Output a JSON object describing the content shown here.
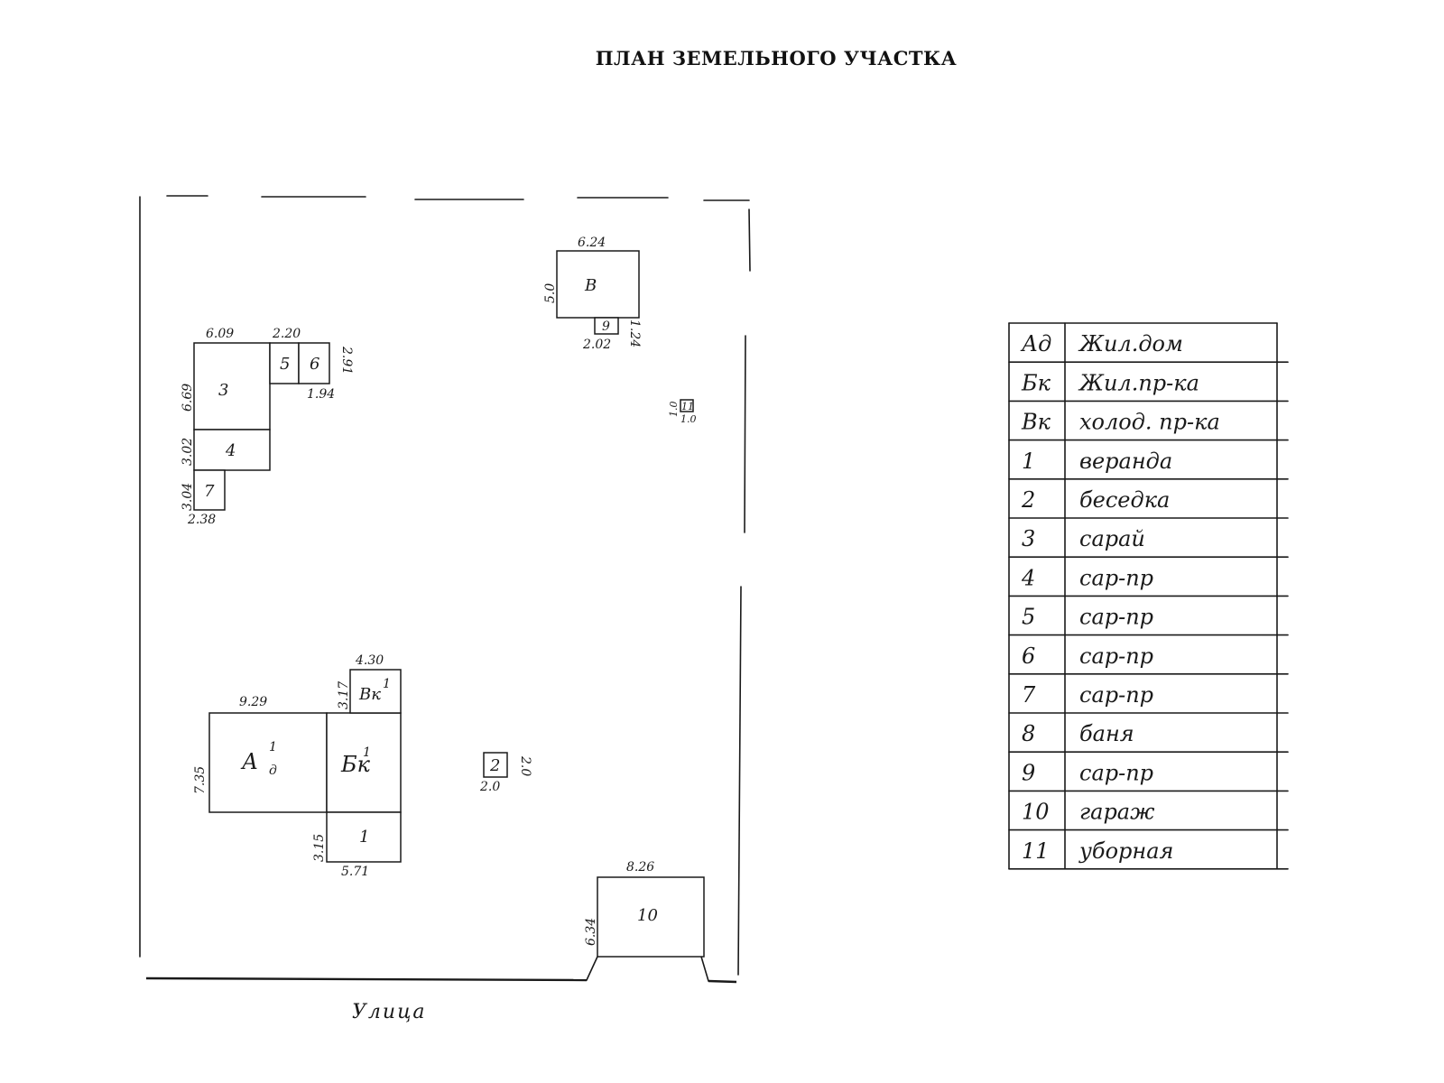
{
  "title": "ПЛАН ЗЕМЕЛЬНОГО УЧАСТКА",
  "street_label": "Улица",
  "buildings": {
    "house": {
      "label": "А",
      "sup": "1",
      "sub": "д",
      "width_dim": "9.29",
      "height_dim": "7.35"
    },
    "extension": {
      "label": "Бк",
      "sup": "1"
    },
    "cold_extension": {
      "label": "Вк",
      "sup": "1",
      "width_dim": "4.30",
      "height_dim": "3.17"
    },
    "veranda": {
      "label": "1",
      "width_dim": "5.71",
      "height_dim": "3.15"
    },
    "gazebo": {
      "label": "2",
      "width_dim": "2.0",
      "height_dim": "2.0"
    },
    "shed3": {
      "label": "3",
      "width_dim": "6.09",
      "height_dim": "6.69"
    },
    "shed4": {
      "label": "4",
      "height_dim": "3.02"
    },
    "shed5": {
      "label": "5",
      "width_dim": "2.20"
    },
    "shed6": {
      "label": "6",
      "width_dim": "1.94",
      "height_dim": "2.91"
    },
    "shed7": {
      "label": "7",
      "width_dim": "2.38",
      "height_dim": "3.04"
    },
    "bath": {
      "label": "В",
      "width_dim": "6.24",
      "height_dim": "5.0"
    },
    "shed9": {
      "label": "9",
      "width_dim": "2.02",
      "height_dim": "1.24"
    },
    "garage": {
      "label": "10",
      "width_dim": "8.26",
      "height_dim": "6.34"
    },
    "toilet": {
      "label": "11",
      "width_dim": "1.0",
      "height_dim": "1.0"
    }
  },
  "legend": [
    {
      "code": "Ад",
      "text": "Жил.дом"
    },
    {
      "code": "Бк",
      "text": "Жил.пр-ка"
    },
    {
      "code": "Вк",
      "text": "холод. пр-ка"
    },
    {
      "code": "1",
      "text": "веранда"
    },
    {
      "code": "2",
      "text": "беседка"
    },
    {
      "code": "3",
      "text": "сарай"
    },
    {
      "code": "4",
      "text": "сар-пр"
    },
    {
      "code": "5",
      "text": "сар-пр"
    },
    {
      "code": "6",
      "text": "сар-пр"
    },
    {
      "code": "7",
      "text": "сар-пр"
    },
    {
      "code": "8",
      "text": "баня"
    },
    {
      "code": "9",
      "text": "сар-пр"
    },
    {
      "code": "10",
      "text": "гараж"
    },
    {
      "code": "11",
      "text": "уборная"
    }
  ]
}
